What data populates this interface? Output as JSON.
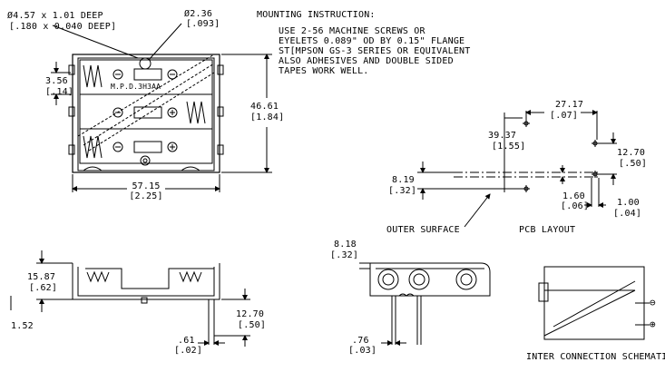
{
  "mounting": {
    "heading": "MOUNTING INSTRUCTION:",
    "lines": [
      "USE 2-56 MACHINE SCREWS OR",
      "EYELETS 0.089\" OD BY 0.15\" FLANGE",
      "ST[MPSON GS-3 SERIES OR EQUIVALENT",
      "ALSO ADHESIVES AND DOUBLE SIDED",
      "TAPES WORK WELL."
    ]
  },
  "top_view": {
    "hole_dia": "Ø4.57 x 1.01 DEEP",
    "hole_dia_in": "[.180 x 0.040 DEEP]",
    "small_dia": "Ø2.36",
    "small_dia_in": "[.093]",
    "left_offset": "3.56",
    "left_offset_in": "[.14]",
    "height": "46.61",
    "height_in": "[1.84]",
    "width": "57.15",
    "width_in": "[2.25]",
    "marking": "M.P.D.3H3AA",
    "minus": "⊖",
    "plus": "⊕"
  },
  "pcb_layout": {
    "d1": "39.37",
    "d1_in": "[1.55]",
    "d2": "27.17",
    "d2_in": "[.07]",
    "d3": "12.70",
    "d3_in": "[.50]",
    "d4": "8.19",
    "d4_in": "[.32]",
    "d5": "1.60",
    "d5_in": "[.06]",
    "d6": "1.00",
    "d6_in": "[.04]",
    "outer_label": "OUTER SURFACE",
    "title": "PCB LAYOUT"
  },
  "side_view": {
    "height": "15.87",
    "height_in": "[.62]",
    "base": "1.52",
    "pin_spacing": "12.70",
    "pin_spacing_in": "[.50]",
    "pin_width": ".61",
    "pin_width_in": "[.02]"
  },
  "end_view": {
    "top": "8.18",
    "top_in": "[.32]",
    "bottom": ".76",
    "bottom_in": "[.03]"
  },
  "schematic": {
    "title": "INTER CONNECTION SCHEMATIC",
    "minus": "⊖",
    "plus": "⊕"
  }
}
